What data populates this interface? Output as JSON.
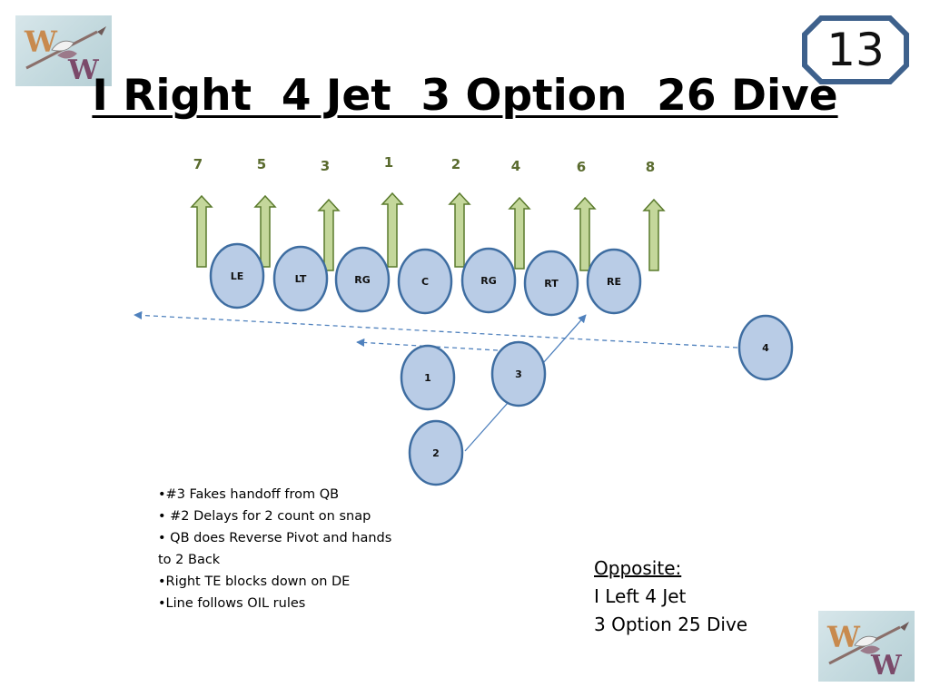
{
  "slide": {
    "number": "13",
    "title": "I Right  4 Jet  3 Option  26 Dive"
  },
  "colors": {
    "player_fill": "#b9cce6",
    "player_stroke": "#3e6da1",
    "arrow_fill": "#c4d79b",
    "arrow_stroke": "#5a7a2c",
    "route_line": "#4f81bd",
    "badge_stroke": "#3e618c"
  },
  "hole_numbers": [
    "7",
    "5",
    "3",
    "1",
    "2",
    "4",
    "6",
    "8"
  ],
  "players": {
    "line": [
      "LE",
      "LT",
      "RG",
      "C",
      "RG",
      "RT",
      "RE"
    ],
    "backs": [
      "1",
      "3",
      "2",
      "4"
    ]
  },
  "notes": [
    "•#3 Fakes handoff from QB",
    "• #2 Delays for 2 count on snap",
    "• QB does Reverse Pivot and hands to 2 Back",
    "•Right TE blocks down on DE",
    "•Line follows OIL rules"
  ],
  "opposite": {
    "heading": "Opposite:",
    "lines": [
      "I Left 4 Jet",
      "3 Option 25 Dive"
    ]
  },
  "logo": {
    "letters": [
      "W",
      "W"
    ],
    "icon": "spear-feather-icon"
  }
}
